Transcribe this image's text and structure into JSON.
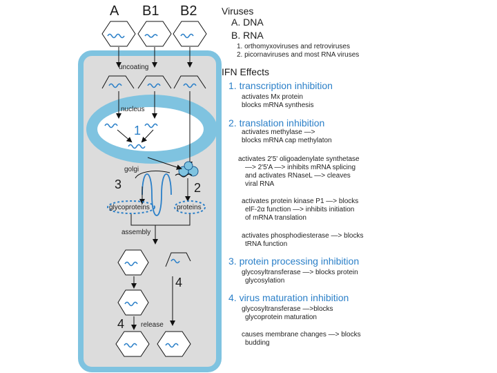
{
  "diagram": {
    "column_labels": [
      "A",
      "B1",
      "B2"
    ],
    "cell_labels": {
      "uncoating": "uncoating",
      "nucleus": "nucleus",
      "golgi": "golgi",
      "glycoproteins": "glycoproteins",
      "proteins": "proteins",
      "assembly": "assembly",
      "release": "release"
    },
    "step_numbers": {
      "nucleus_1": "1",
      "golgi_3": "3",
      "ribosome_2": "2",
      "assembly_4": "4",
      "release_4": "4"
    }
  },
  "legend": {
    "viruses_title": "Viruses",
    "types": [
      "A. DNA",
      "B. RNA"
    ],
    "rna_subtypes": [
      "1. orthomyxoviruses and retroviruses",
      "2. picornaviruses and most RNA viruses"
    ],
    "ifn_title": "IFN Effects",
    "effects": [
      {
        "title": "1. transcription inhibition",
        "details": [
          "activates Mx protein",
          "blocks mRNA synthesis"
        ]
      },
      {
        "title": "2. translation inhibition",
        "details": [
          "activates methylase —>",
          "blocks mRNA cap methylaton",
          "activates 2'5' oligoadenylate synthetase",
          "—> 2'5'A —> inhibits mRNA splicing",
          "and activates RNaseL —> cleaves",
          "viral RNA",
          "activates protein kinase P1 —> blocks",
          "elF-2α function —> inhibits initiation",
          "of mRNA translation",
          "activates phosphodiesterase —> blocks",
          "tRNA function"
        ]
      },
      {
        "title": "3. protein processing inhibition",
        "details": [
          "glycosyltransferase —> blocks protein",
          "glycosylation"
        ]
      },
      {
        "title": "4. virus maturation inhibition",
        "details": [
          "glycosyltransferase —>blocks",
          "glycoprotein maturation",
          "causes membrane changes —> blocks",
          "budding"
        ]
      }
    ]
  },
  "colors": {
    "accent_blue": "#2a7fc8",
    "cell_fill": "#dcdcdc",
    "cell_border": "#7fc3e0"
  }
}
